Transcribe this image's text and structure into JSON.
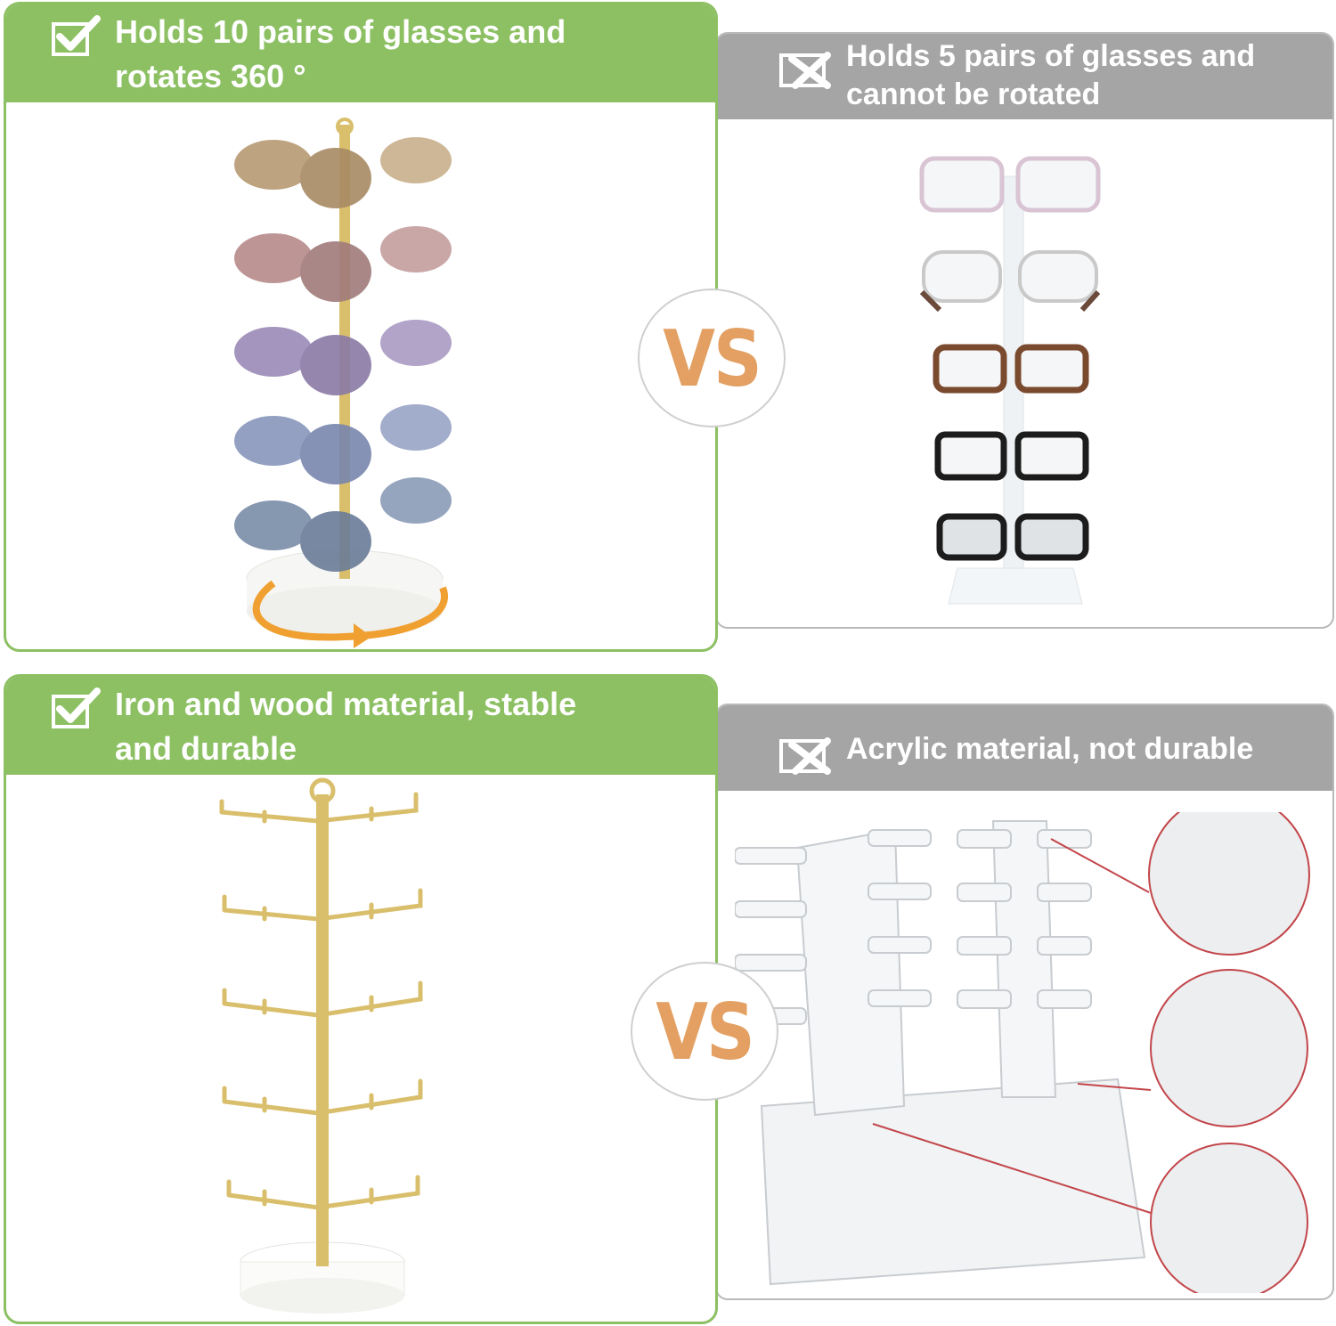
{
  "colors": {
    "good_header": "#8cc063",
    "bad_header": "#a5a5a5",
    "vs_text": "#e3a062",
    "gold": "#d9bf6c",
    "rotate_arrow": "#f0a030",
    "callout_arrow": "#c2454a"
  },
  "top": {
    "good": {
      "title": "Holds 10 pairs of glasses and\nrotates 360 °",
      "icon": "checkmark-icon"
    },
    "bad": {
      "title": "Holds 5 pairs of glasses and\ncannot be rotated",
      "icon": "cross-icon"
    },
    "vs": "VS"
  },
  "bottom": {
    "good": {
      "title": "Iron and wood material, stable\nand durable",
      "icon": "checkmark-icon"
    },
    "bad": {
      "title": "Acrylic material, not durable",
      "icon": "cross-icon"
    },
    "vs": "VS"
  }
}
